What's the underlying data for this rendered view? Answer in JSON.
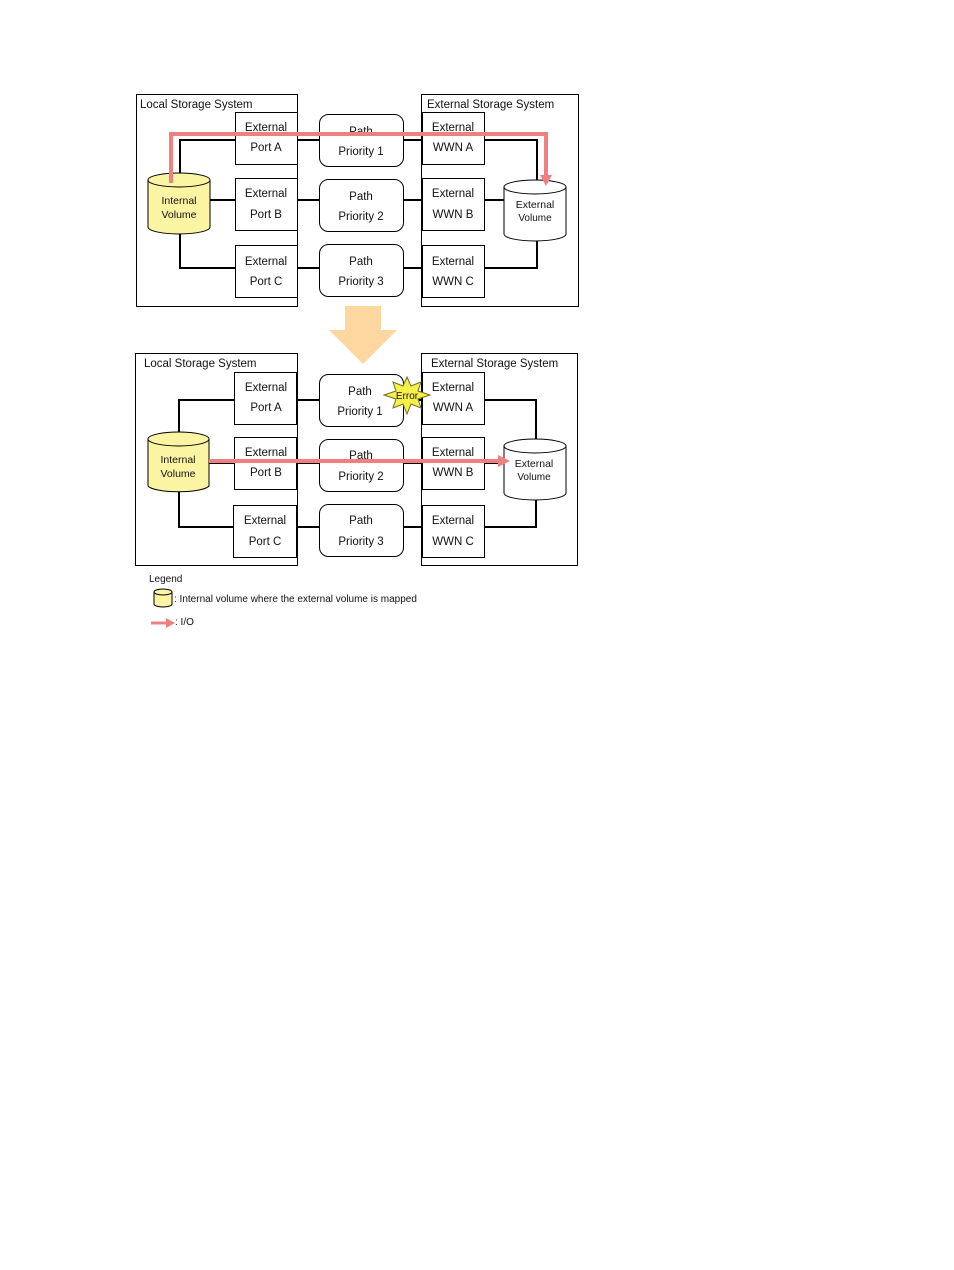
{
  "colors": {
    "io_arrow": "#f08080",
    "internal_volume_fill": "#fbf5a3",
    "transition_arrow": "#fdd6a0",
    "error_burst": "#f7f04a",
    "line": "#000000"
  },
  "panels": [
    {
      "local_title": "Local Storage System",
      "external_title": "External Storage System",
      "local_ports": [
        {
          "line1": "External",
          "line2": "Port A"
        },
        {
          "line1": "External",
          "line2": "Port B"
        },
        {
          "line1": "External",
          "line2": "Port C"
        }
      ],
      "paths": [
        {
          "line1": "Path",
          "line2": "Priority 1"
        },
        {
          "line1": "Path",
          "line2": "Priority 2"
        },
        {
          "line1": "Path",
          "line2": "Priority 3"
        }
      ],
      "wwns": [
        {
          "line1": "External",
          "line2": "WWN A"
        },
        {
          "line1": "External",
          "line2": "WWN B"
        },
        {
          "line1": "External",
          "line2": "WWN C"
        }
      ],
      "internal_volume": {
        "line1": "Internal",
        "line2": "Volume"
      },
      "external_volume": {
        "line1": "External",
        "line2": "Volume"
      }
    },
    {
      "local_title": "Local Storage System",
      "external_title": "External Storage System",
      "local_ports": [
        {
          "line1": "External",
          "line2": "Port A"
        },
        {
          "line1": "External",
          "line2": "Port B"
        },
        {
          "line1": "External",
          "line2": "Port C"
        }
      ],
      "paths": [
        {
          "line1": "Path",
          "line2": "Priority 1"
        },
        {
          "line1": "Path",
          "line2": "Priority 2"
        },
        {
          "line1": "Path",
          "line2": "Priority 3"
        }
      ],
      "wwns": [
        {
          "line1": "External",
          "line2": "WWN A"
        },
        {
          "line1": "External",
          "line2": "WWN B"
        },
        {
          "line1": "External",
          "line2": "WWN C"
        }
      ],
      "internal_volume": {
        "line1": "Internal",
        "line2": "Volume"
      },
      "external_volume": {
        "line1": "External",
        "line2": "Volume"
      },
      "error_label": "Error"
    }
  ],
  "legend": {
    "title": "Legend",
    "internal_volume_desc": ": Internal volume where the external volume is mapped",
    "io_desc": ": I/O"
  }
}
